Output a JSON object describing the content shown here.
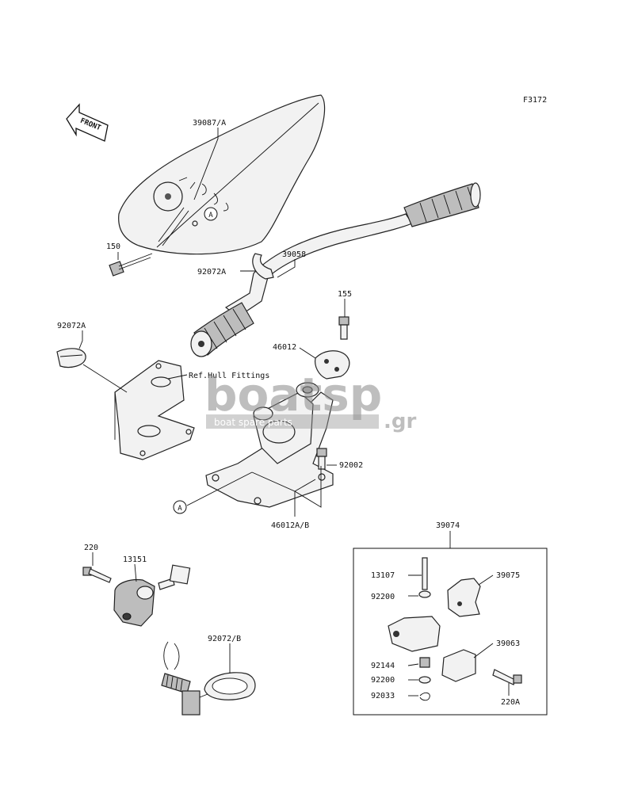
{
  "figure_code": "F3172",
  "front_arrow_text": "FRONT",
  "ref_note": "Ref.Hull Fittings",
  "callout_letter": "A",
  "watermark": {
    "main": "boatsp",
    "suffix": ".gr",
    "tagline": "boat spare parts"
  },
  "kit_label": "39074",
  "labels": {
    "p39087": "39087/A",
    "p150": "150",
    "p92072A_top": "92072A",
    "p39058": "39058",
    "p155": "155",
    "p92072A_left": "92072A",
    "p46012": "46012",
    "p92002": "92002",
    "p46012AB": "46012A/B",
    "p220": "220",
    "p13151": "13151",
    "p92072B": "92072/B",
    "p13107": "13107",
    "p39075": "39075",
    "p92200a": "92200",
    "p39063": "39063",
    "p92144": "92144",
    "p92200b": "92200",
    "p92033": "92033",
    "p220A": "220A"
  }
}
